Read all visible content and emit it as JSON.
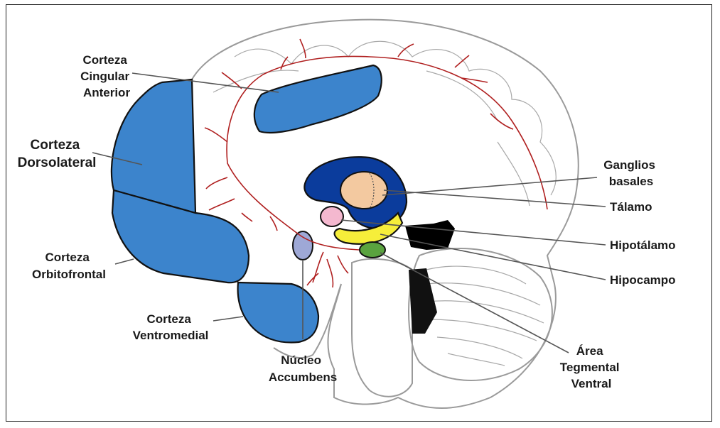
{
  "colors": {
    "cortex_blue": "#3c84cc",
    "basal_ganglia": "#0b3c9c",
    "thalamus": "#f3c9a0",
    "hypothalamus": "#f4b8cf",
    "hippocampus": "#f6ee3a",
    "vta": "#5aa33f",
    "accumbens": "#9ea8d6",
    "pathway": "#b02020"
  },
  "labels": {
    "cingulate": [
      "Corteza",
      "Cingular",
      "Anterior"
    ],
    "dorsolateral": [
      "Corteza",
      "Dorsolateral"
    ],
    "orbitofrontal": [
      "Corteza",
      "Orbitofrontal"
    ],
    "ventromedial": [
      "Corteza",
      "Ventromedial"
    ],
    "accumbens": [
      "Núcleo",
      "Accumbens"
    ],
    "basal_ganglia": [
      "Ganglios",
      "basales"
    ],
    "thalamus": [
      "Tálamo"
    ],
    "hypothalamus": [
      "Hipotálamo"
    ],
    "hippocampus": [
      "Hipocampo"
    ],
    "vta": [
      "Área",
      "Tegmental",
      "Ventral"
    ]
  }
}
